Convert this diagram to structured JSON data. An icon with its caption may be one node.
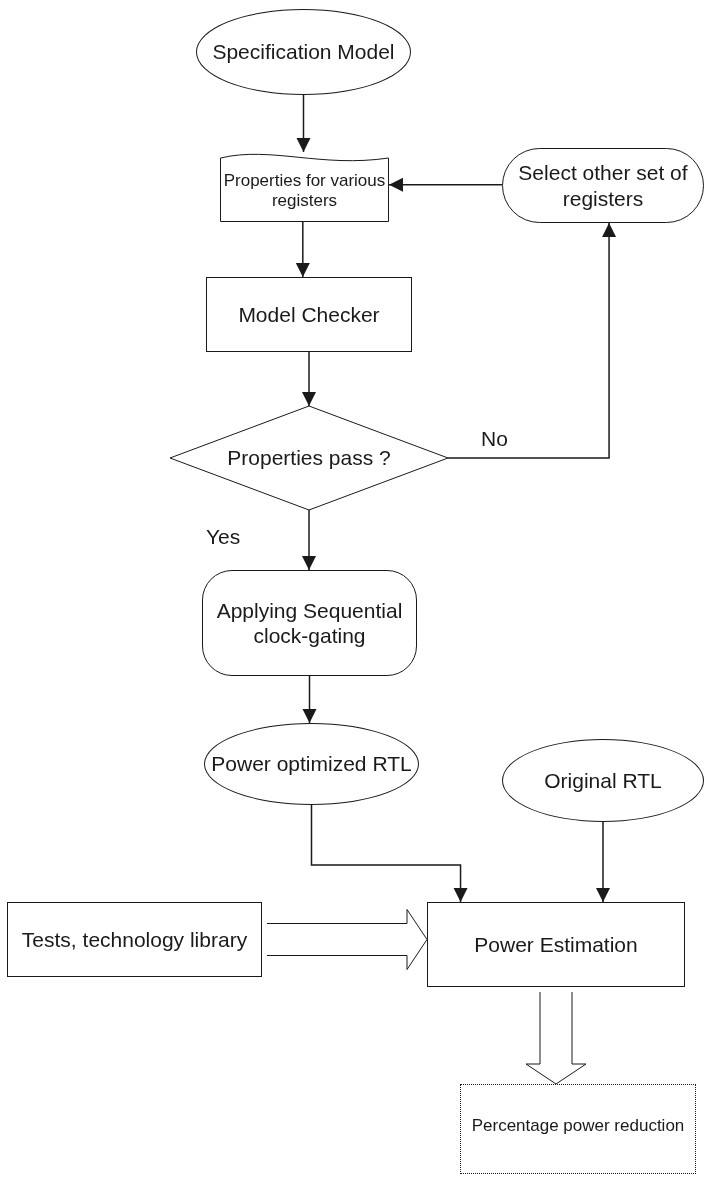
{
  "diagram": {
    "nodes": [
      {
        "text": [
          "Specification Model"
        ]
      },
      {
        "text": [
          "Properties for various registers"
        ]
      },
      {
        "text": [
          "Select other set of registers"
        ]
      },
      {
        "text": [
          "Model Checker"
        ]
      },
      {
        "text": [
          "Properties pass ?"
        ]
      },
      {
        "text": [
          "Applying Sequential clock-gating"
        ]
      },
      {
        "text": [
          "Power optimized RTL"
        ]
      },
      {
        "text": [
          "Original RTL"
        ]
      },
      {
        "text": [
          "Tests, technology library"
        ]
      },
      {
        "text": [
          "Power Estimation"
        ]
      },
      {
        "text": [
          "Percentage power reduction"
        ]
      }
    ],
    "edges": [
      {
        "from": 0,
        "to": 1,
        "arrow": "to"
      },
      {
        "from": 2,
        "to": 1,
        "arrow": "to"
      },
      {
        "from": 1,
        "to": 3,
        "arrow": "to"
      },
      {
        "from": 3,
        "to": 4,
        "arrow": "to"
      },
      {
        "from": 4,
        "to": 2,
        "arrow": "to",
        "label": "No"
      },
      {
        "from": 4,
        "to": 5,
        "arrow": "to",
        "label": "Yes"
      },
      {
        "from": 5,
        "to": 6,
        "arrow": "to"
      },
      {
        "from": 6,
        "to": 9,
        "arrow": "to"
      },
      {
        "from": 7,
        "to": 9,
        "arrow": "to"
      },
      {
        "from": 8,
        "to": 9,
        "arrow": "to",
        "style": "thick"
      },
      {
        "from": 9,
        "to": 10,
        "arrow": "to",
        "style": "thick"
      }
    ]
  }
}
